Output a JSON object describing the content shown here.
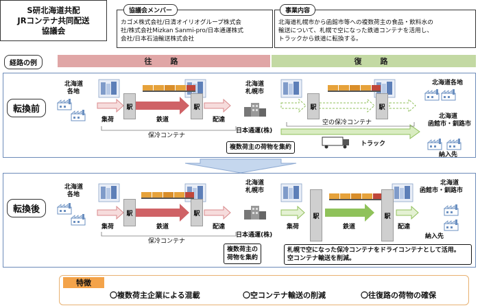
{
  "header": {
    "title_lines": [
      "S研北海道共配",
      "JRコンテナ共同配送",
      "協議会"
    ],
    "members_tag": "協議会メンバー",
    "members_lines": [
      "カゴメ株式会社/日清オイリオグループ株式会",
      "社/株式会社Mizkan Sanmi-pro/日本通運株式",
      "会社/日本石油輸送株式会社"
    ],
    "business_tag": "事業内容",
    "business_lines": [
      "北海道札幌市から函館市等への複数荷主の食品・飲料水の",
      "輸送について、札幌で空になった鉄道コンテナを活用し、",
      "トラックから鉄道に転換する。"
    ]
  },
  "route": {
    "label": "経路の例",
    "outbound": "往　路",
    "return": "復　路",
    "outbound_color": "#e0a6a6",
    "return_color": "#c3d9a3"
  },
  "before": {
    "label": "転換前",
    "origin_lines": [
      "北海道",
      "各地"
    ],
    "station": "駅",
    "pickup": "集荷",
    "rail": "鉄道",
    "delivery": "配達",
    "cold_container": "保冷コンテナ",
    "hub_lines": [
      "北海道",
      "札幌市"
    ],
    "hub_company": "日本通運(株)",
    "consolidate": "複数荷主の荷物を集約",
    "empty_container": "空の保冷コンテナ",
    "truck": "トラック",
    "dest1_lines": [
      "北海道各地"
    ],
    "dest2_lines": [
      "北海道",
      "函館市・釧路市"
    ],
    "delivery_dest": "納入先"
  },
  "after": {
    "label": "転換後",
    "origin_lines": [
      "北海道",
      "各地"
    ],
    "station": "駅",
    "pickup": "集荷",
    "rail": "鉄道",
    "delivery": "配達",
    "cold_container": "保冷コンテナ",
    "hub_lines": [
      "北海道",
      "札幌市"
    ],
    "hub_company": "日本通運(株)",
    "consolidate_lines": [
      "複数荷主の",
      "荷物を集約"
    ],
    "note_lines": [
      "札幌で空になった保冷コンテナをドライコンテナとして活用。",
      "空コンテナ輸送を削減。"
    ],
    "pickup2": "集荷",
    "rail2": "鉄道",
    "delivery2": "配達",
    "dest_lines": [
      "北海道",
      "函館市・釧路市"
    ],
    "delivery_dest": "納入先"
  },
  "features": {
    "tag": "特徴",
    "items": [
      "〇複数荷主企業による混載",
      "〇空コンテナ輸送の削減",
      "〇往復路の荷物の確保"
    ]
  }
}
